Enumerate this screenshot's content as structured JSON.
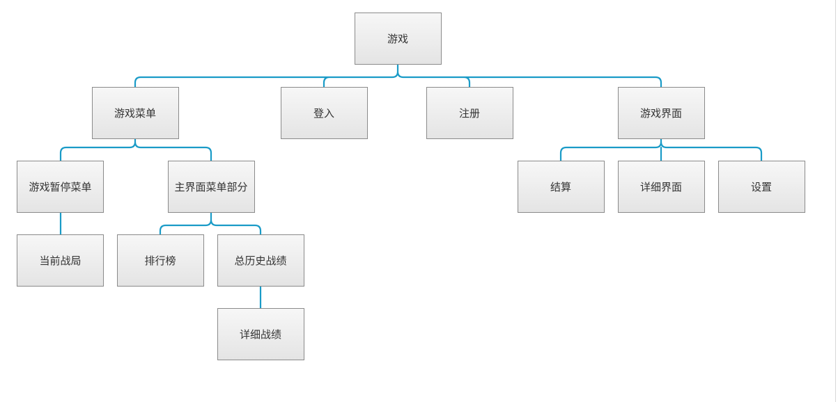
{
  "nodes": {
    "root": "游戏",
    "game_menu": "游戏菜单",
    "login": "登入",
    "register": "注册",
    "game_screen": "游戏界面",
    "pause_menu": "游戏暂停菜单",
    "main_menu": "主界面菜单部分",
    "current_battle": "当前战局",
    "leaderboard": "排行榜",
    "total_history": "总历史战绩",
    "detailed_record": "详细战绩",
    "settlement": "结算",
    "detail_screen": "详细界面",
    "settings": "设置"
  },
  "colors": {
    "connector": "#1a9bc7",
    "box_border": "#8a8a8a",
    "box_fill_top": "#f7f7f7",
    "box_fill_bottom": "#e4e4e4",
    "text": "#333333"
  }
}
